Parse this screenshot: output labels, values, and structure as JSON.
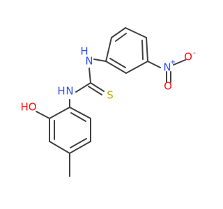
{
  "molecule": {
    "colors": {
      "bond": "#404040",
      "nitrogen": "#3050F8",
      "oxygen": "#FF0D0D",
      "sulfur": "#C8A800",
      "carbon_text": "#404040",
      "background": "#FFFFFF"
    },
    "labels": {
      "nh_top": "H",
      "n_top": "N",
      "nh_left": "H",
      "n_left": "N",
      "s_atom": "S",
      "n_nitro": "N",
      "n_nitro_charge": "+",
      "o_nitro_single": "O",
      "o_nitro_charge": "-",
      "o_nitro_double": "O",
      "oh_label": "HO"
    }
  }
}
